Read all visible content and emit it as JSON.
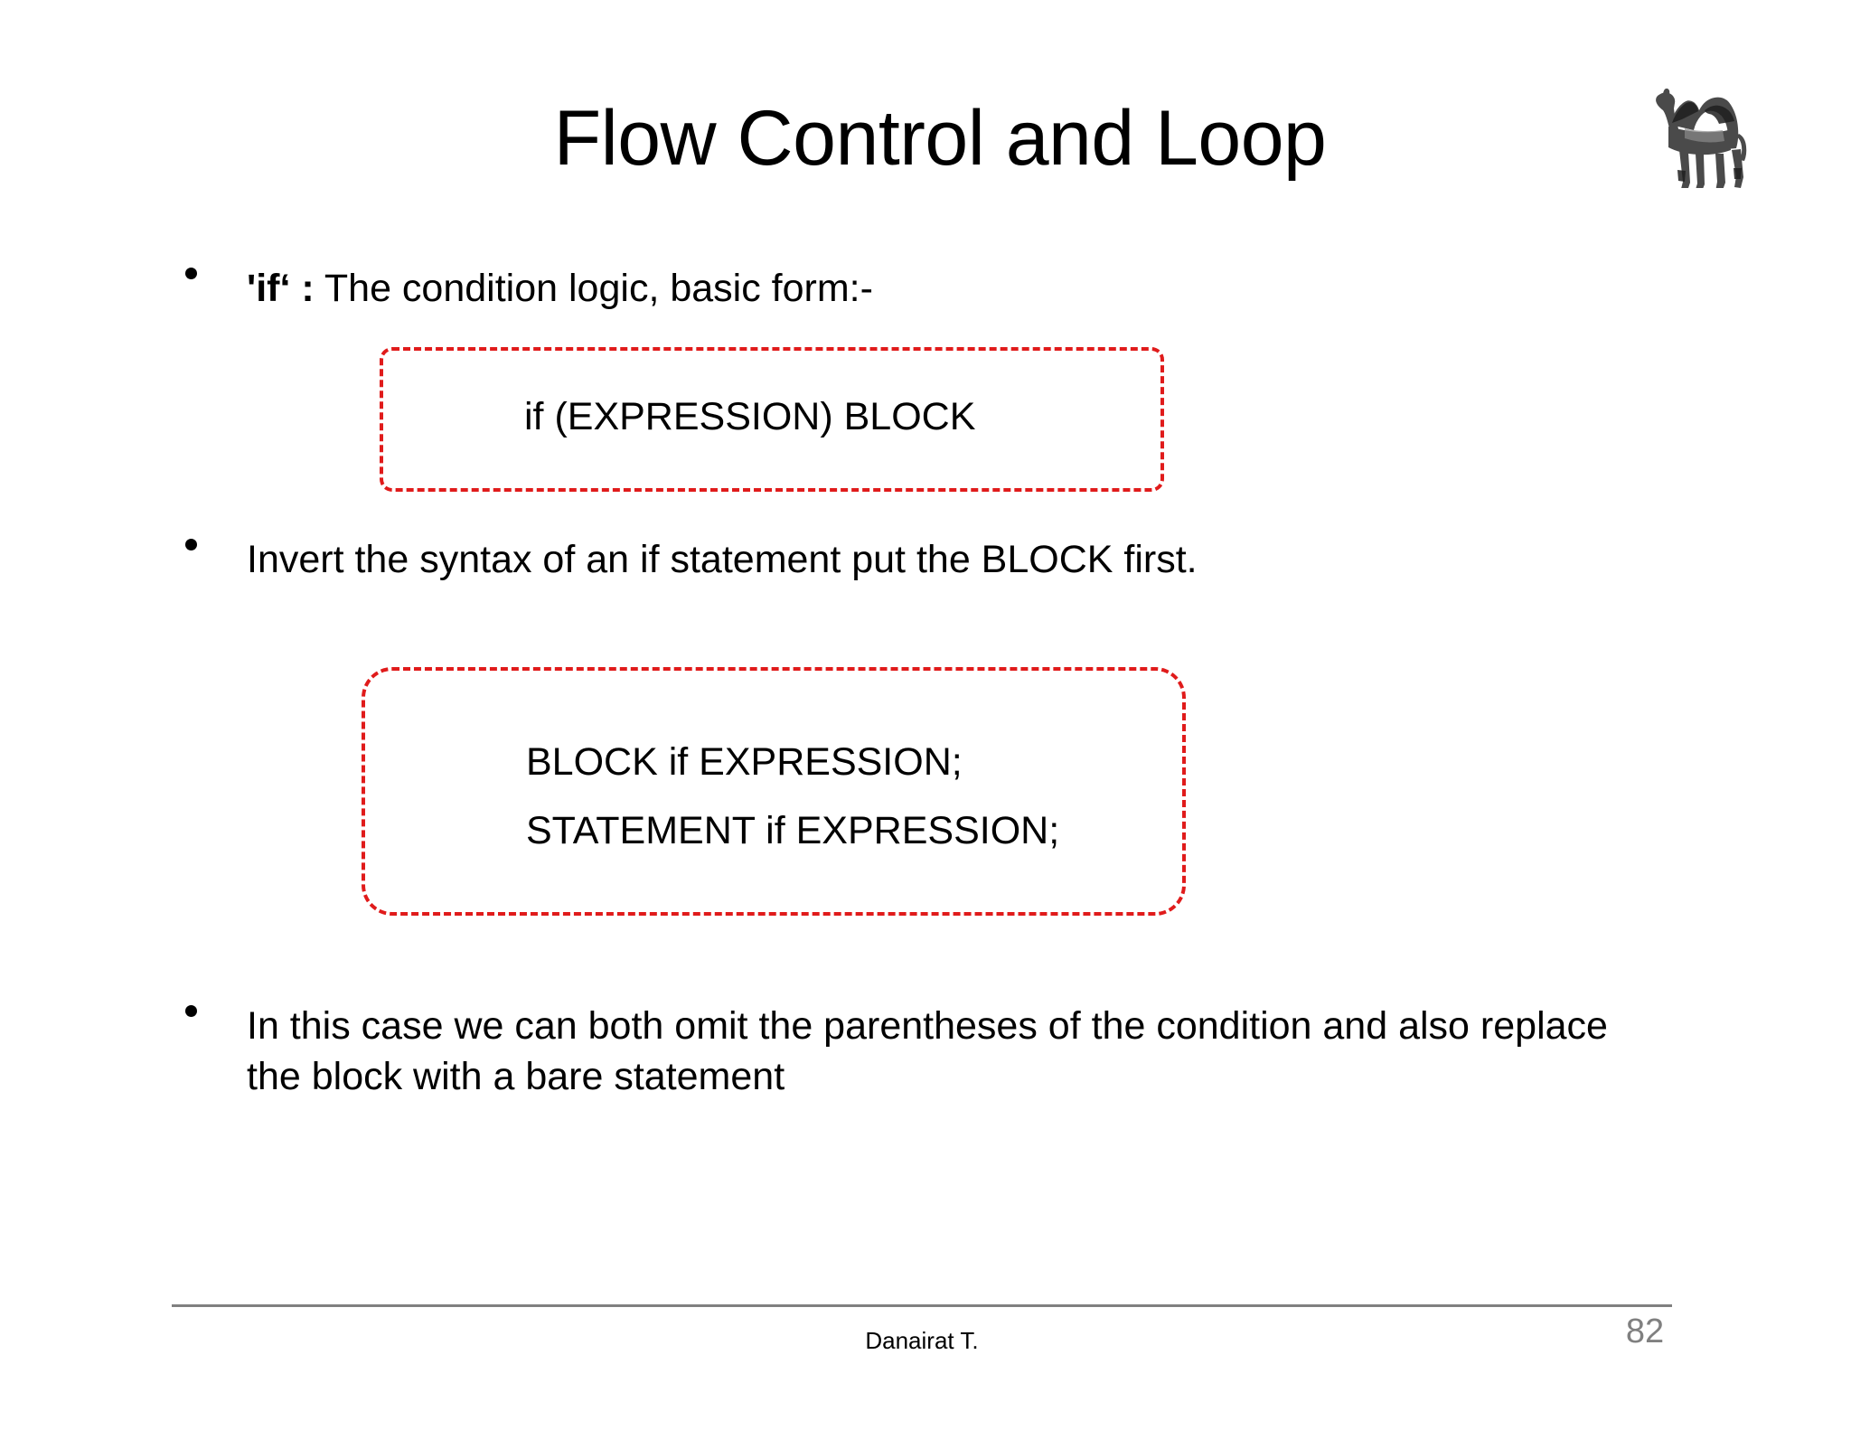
{
  "slide": {
    "title": "Flow Control and Loop",
    "logo_icon": "perl-camel-icon",
    "bullets": [
      {
        "id": "bullet-1",
        "marker": "•",
        "strong_prefix": "'if‘ :",
        "text_rest": " The condition logic, basic form:-"
      },
      {
        "id": "bullet-2",
        "marker": "•",
        "text": "Invert the syntax of an if statement put the BLOCK first."
      },
      {
        "id": "bullet-3",
        "marker": "•",
        "text": "In this case we can both omit the parentheses of the condition and also replace the block with a bare statement"
      }
    ],
    "code_boxes": [
      {
        "id": "code-box-1",
        "border_color": "#e01b1b",
        "border_style": "dashed",
        "lines": [
          "if (EXPRESSION) BLOCK"
        ]
      },
      {
        "id": "code-box-2",
        "border_color": "#e01b1b",
        "border_style": "dashed",
        "lines": [
          "BLOCK if EXPRESSION;",
          "STATEMENT if EXPRESSION;"
        ]
      }
    ],
    "footer": {
      "author": "Danairat T.",
      "page_number": "82",
      "rule_color": "#808080",
      "page_number_color": "#808080"
    }
  }
}
